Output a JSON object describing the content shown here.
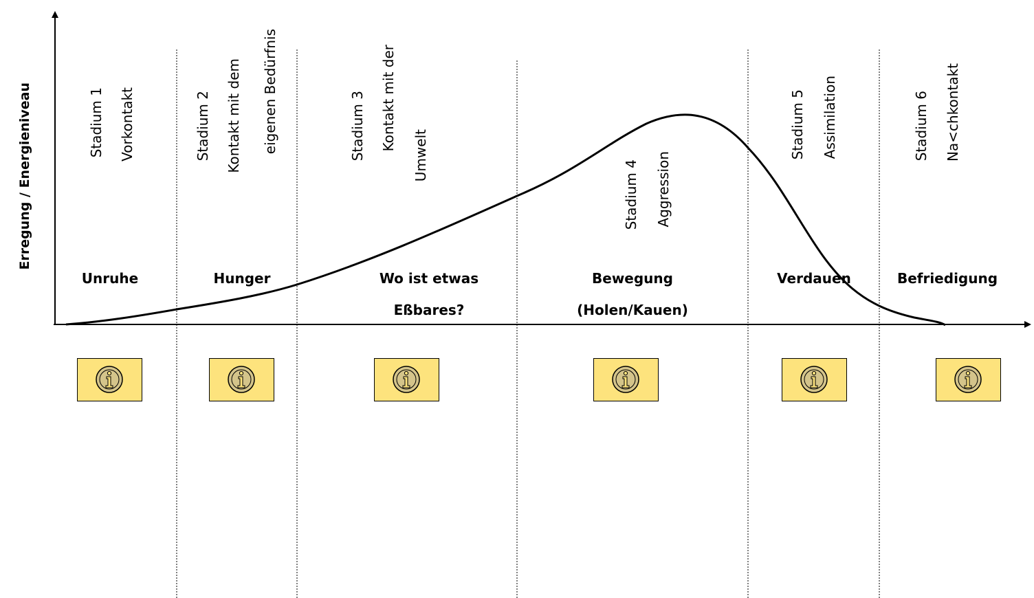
{
  "y_axis_label": "Erregung / Energieniveau",
  "stages": [
    {
      "stadium": "Stadium 1",
      "description": [
        "Vorkontakt"
      ],
      "label": [
        "Unruhe"
      ]
    },
    {
      "stadium": "Stadium 2",
      "description": [
        "Kontakt mit dem",
        "eigenen Bedürfnis"
      ],
      "label": [
        "Hunger"
      ]
    },
    {
      "stadium": "Stadium 3",
      "description": [
        "Kontakt mit der",
        "Umwelt"
      ],
      "label": [
        "Wo ist etwas",
        "Eßbares?"
      ]
    },
    {
      "stadium": "Stadium 4",
      "description": [
        "Aggression"
      ],
      "label": [
        "Bewegung",
        "(Holen/Kauen)"
      ]
    },
    {
      "stadium": "Stadium 5",
      "description": [
        "Assimilation"
      ],
      "label": [
        "Verdauen"
      ]
    },
    {
      "stadium": "Stadium 6",
      "description": [
        "Na<chkontakt"
      ],
      "label": [
        "Befriedigung"
      ]
    }
  ],
  "info_icon": "info-icon",
  "colors": {
    "info_box": "#fde37d",
    "info_icon": "#d4c48a",
    "line": "#000000"
  }
}
